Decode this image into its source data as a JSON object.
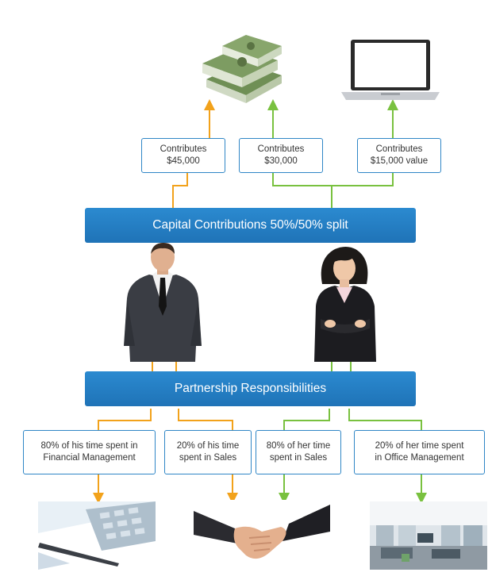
{
  "colors": {
    "orange": "#f2a21b",
    "green": "#79c13f",
    "blue": "#1f78bd",
    "box_border": "#2f86c6"
  },
  "top": {
    "contributions": [
      {
        "line1": "Contributes",
        "line2": "$45,000"
      },
      {
        "line1": "Contributes",
        "line2": "$30,000"
      },
      {
        "line1": "Contributes",
        "line2": "$15,000 value"
      }
    ],
    "icons": [
      "cash-stack-icon",
      "laptop-icon"
    ]
  },
  "banner_capital": "Capital Contributions 50%/50% split",
  "banner_responsibilities": "Partnership Responsibilities",
  "people": [
    "businessman-icon",
    "businesswoman-icon"
  ],
  "bottom": {
    "responsibilities": [
      {
        "line1": "80% of his time spent in",
        "line2": "Financial Management"
      },
      {
        "line1": "20% of his time",
        "line2": "spent in Sales"
      },
      {
        "line1": "80% of her time",
        "line2": "spent in Sales"
      },
      {
        "line1": "20% of her time spent",
        "line2": "in Office Management"
      }
    ],
    "icons": [
      "calculator-pen-icon",
      "handshake-icon",
      "office-icon"
    ]
  }
}
